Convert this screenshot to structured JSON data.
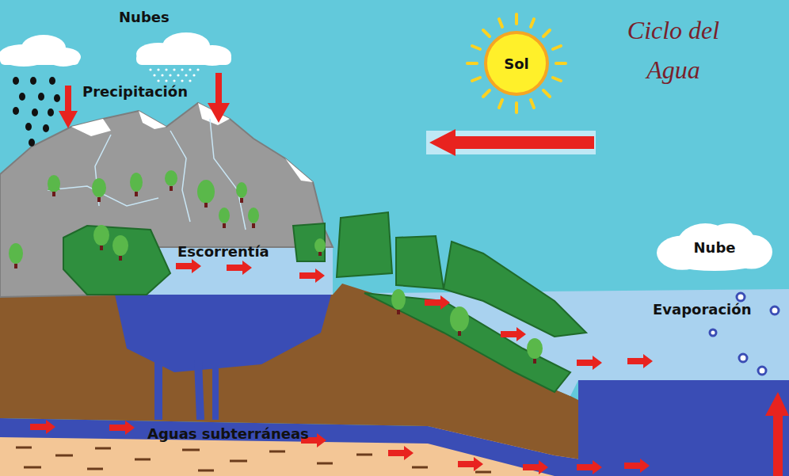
{
  "diagram": {
    "title": "Ciclo del Agua",
    "nodes": [
      {
        "text": [
          "Sol"
        ]
      },
      {
        "text": [
          "Nube"
        ]
      }
    ],
    "labels": [
      "Nubes",
      "Precipitación",
      "Escorrentía",
      "Evaporación",
      "Aguas subterráneas"
    ]
  }
}
